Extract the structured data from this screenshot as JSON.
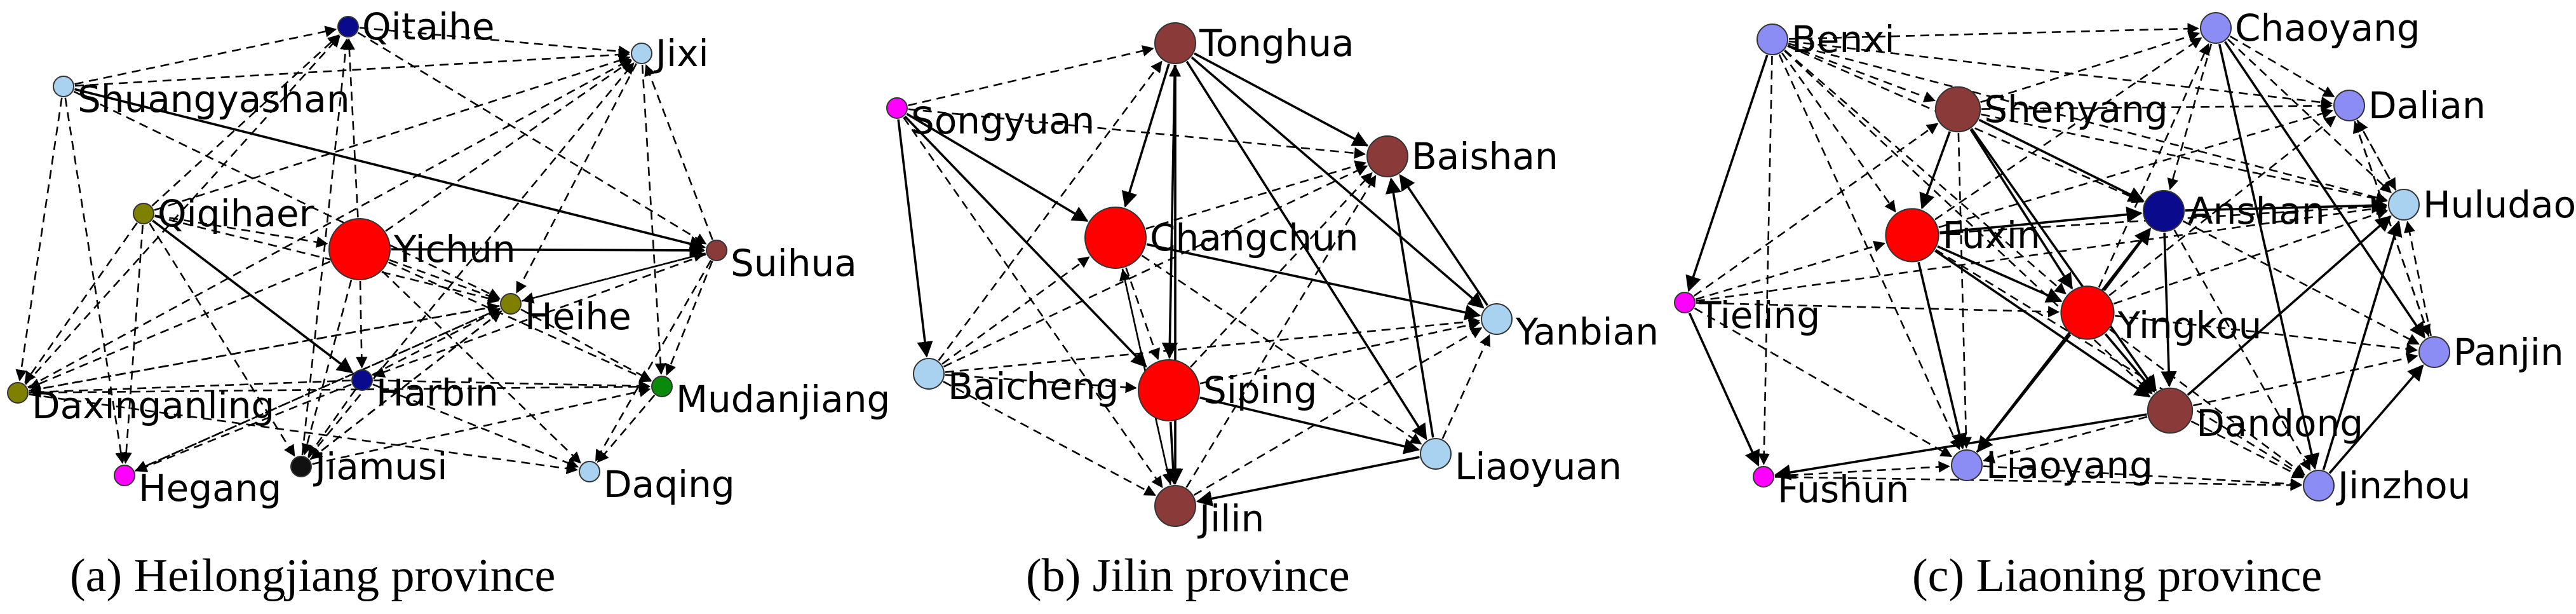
{
  "panels": [
    {
      "id": "heilongjiang",
      "caption": "(a) Heilongjiang province",
      "nodes": [
        {
          "id": "Qitaihe",
          "label": "Qitaihe",
          "color": "#0a0a8c",
          "size": 1,
          "lx": 1,
          "ly": 0
        },
        {
          "id": "Jixi",
          "label": "Jixi",
          "color": "#a8d2f0",
          "size": 1,
          "lx": 1,
          "ly": 0
        },
        {
          "id": "Shuangyashan",
          "label": "Shuangyashan",
          "color": "#a8d2f0",
          "size": 1,
          "lx": 1,
          "ly": 1
        },
        {
          "id": "Qiqihaer",
          "label": "Qiqihaer",
          "color": "#808000",
          "size": 1,
          "lx": 1,
          "ly": 0
        },
        {
          "id": "Yichun",
          "label": "Yichun",
          "color": "#ff0000",
          "size": 3,
          "lx": 1,
          "ly": 0
        },
        {
          "id": "Suihua",
          "label": "Suihua",
          "color": "#8b3a3a",
          "size": 1,
          "lx": 1,
          "ly": 1
        },
        {
          "id": "Heihe",
          "label": "Heihe",
          "color": "#808000",
          "size": 1,
          "lx": 1,
          "ly": 1
        },
        {
          "id": "Daxinganling",
          "label": "Daxinganling",
          "color": "#808000",
          "size": 1,
          "lx": 1,
          "ly": 1
        },
        {
          "id": "Harbin",
          "label": "Harbin",
          "color": "#0a0a8c",
          "size": 1,
          "lx": 1,
          "ly": 1
        },
        {
          "id": "Mudanjiang",
          "label": "Mudanjiang",
          "color": "#0a8a0a",
          "size": 1,
          "lx": 1,
          "ly": 1
        },
        {
          "id": "Hegang",
          "label": "Hegang",
          "color": "#ff00ff",
          "size": 1,
          "lx": 1,
          "ly": 1
        },
        {
          "id": "Jiamusi",
          "label": "Jiamusi",
          "color": "#111111",
          "size": 1,
          "lx": 1,
          "ly": 0
        },
        {
          "id": "Daqing",
          "label": "Daqing",
          "color": "#a8d2f0",
          "size": 1,
          "lx": 1,
          "ly": 1
        }
      ],
      "edges": [
        [
          "Qitaihe",
          "Jixi",
          "d"
        ],
        [
          "Shuangyashan",
          "Qitaihe",
          "d"
        ],
        [
          "Shuangyashan",
          "Jixi",
          "d"
        ],
        [
          "Shuangyashan",
          "Suihua",
          "s"
        ],
        [
          "Shuangyashan",
          "Daxinganling",
          "d"
        ],
        [
          "Shuangyashan",
          "Hegang",
          "d"
        ],
        [
          "Shuangyashan",
          "Heihe",
          "d"
        ],
        [
          "Qiqihaer",
          "Qitaihe",
          "d"
        ],
        [
          "Qiqihaer",
          "Jixi",
          "d"
        ],
        [
          "Qiqihaer",
          "Yichun",
          "d"
        ],
        [
          "Qiqihaer",
          "Daxinganling",
          "d"
        ],
        [
          "Qiqihaer",
          "Hegang",
          "d"
        ],
        [
          "Qiqihaer",
          "Harbin",
          "s"
        ],
        [
          "Qiqihaer",
          "Heihe",
          "d"
        ],
        [
          "Qiqihaer",
          "Jiamusi",
          "d"
        ],
        [
          "Yichun",
          "Qitaihe",
          "d"
        ],
        [
          "Yichun",
          "Jixi",
          "d"
        ],
        [
          "Yichun",
          "Suihua",
          "s"
        ],
        [
          "Yichun",
          "Heihe",
          "d"
        ],
        [
          "Yichun",
          "Mudanjiang",
          "d"
        ],
        [
          "Yichun",
          "Harbin",
          "d"
        ],
        [
          "Yichun",
          "Daxinganling",
          "d"
        ],
        [
          "Yichun",
          "Jiamusi",
          "d"
        ],
        [
          "Yichun",
          "Daqing",
          "d"
        ],
        [
          "Suihua",
          "Jixi",
          "d"
        ],
        [
          "Suihua",
          "Heihe",
          "d"
        ],
        [
          "Suihua",
          "Mudanjiang",
          "d"
        ],
        [
          "Suihua",
          "Daqing",
          "d"
        ],
        [
          "Suihua",
          "Harbin",
          "d"
        ],
        [
          "Heihe",
          "Suihua",
          "d"
        ],
        [
          "Heihe",
          "Mudanjiang",
          "d"
        ],
        [
          "Heihe",
          "Daxinganling",
          "d"
        ],
        [
          "Heihe",
          "Hegang",
          "d"
        ],
        [
          "Heihe",
          "Jiamusi",
          "d"
        ],
        [
          "Harbin",
          "Daxinganling",
          "d"
        ],
        [
          "Harbin",
          "Mudanjiang",
          "d"
        ],
        [
          "Harbin",
          "Heihe",
          "d"
        ],
        [
          "Harbin",
          "Jiamusi",
          "d"
        ],
        [
          "Harbin",
          "Daqing",
          "d"
        ],
        [
          "Harbin",
          "Hegang",
          "d"
        ],
        [
          "Daxinganling",
          "Mudanjiang",
          "d"
        ],
        [
          "Daxinganling",
          "Heihe",
          "d"
        ],
        [
          "Daxinganling",
          "Jixi",
          "d"
        ],
        [
          "Daxinganling",
          "Qitaihe",
          "d"
        ],
        [
          "Jiamusi",
          "Jixi",
          "d"
        ],
        [
          "Jiamusi",
          "Heihe",
          "d"
        ],
        [
          "Jiamusi",
          "Mudanjiang",
          "d"
        ],
        [
          "Jiamusi",
          "Qitaihe",
          "d"
        ],
        [
          "Mudanjiang",
          "Daqing",
          "d"
        ],
        [
          "Jixi",
          "Mudanjiang",
          "d"
        ],
        [
          "Jixi",
          "Heihe",
          "d"
        ],
        [
          "Qitaihe",
          "Suihua",
          "d"
        ],
        [
          "Hegang",
          "Heihe",
          "d"
        ],
        [
          "Daxinganling",
          "Daqing",
          "d"
        ]
      ]
    },
    {
      "id": "jilin",
      "caption": "(b) Jilin province",
      "nodes": [
        {
          "id": "Tonghua",
          "label": "Tonghua",
          "color": "#8b3a3a",
          "size": 2,
          "lx": 1,
          "ly": 0
        },
        {
          "id": "Songyuan",
          "label": "Songyuan",
          "color": "#ff00ff",
          "size": 1,
          "lx": 1,
          "ly": 1
        },
        {
          "id": "Baishan",
          "label": "Baishan",
          "color": "#8b3a3a",
          "size": 2,
          "lx": 1,
          "ly": 0
        },
        {
          "id": "Changchun",
          "label": "Changchun",
          "color": "#ff0000",
          "size": 3,
          "lx": 1,
          "ly": 0
        },
        {
          "id": "Yanbian",
          "label": "Yanbian",
          "color": "#a8d2f0",
          "size": 1.5,
          "lx": 1,
          "ly": 1
        },
        {
          "id": "Baicheng",
          "label": "Baicheng",
          "color": "#a8d2f0",
          "size": 1.5,
          "lx": 1,
          "ly": 1
        },
        {
          "id": "Siping",
          "label": "Siping",
          "color": "#ff0000",
          "size": 3,
          "lx": 1,
          "ly": 0
        },
        {
          "id": "Liaoyuan",
          "label": "Liaoyuan",
          "color": "#a8d2f0",
          "size": 1.5,
          "lx": 1,
          "ly": 1
        },
        {
          "id": "Jilin",
          "label": "Jilin",
          "color": "#8b3a3a",
          "size": 2,
          "lx": 1,
          "ly": 1
        }
      ],
      "edges": [
        [
          "Songyuan",
          "Tonghua",
          "d"
        ],
        [
          "Songyuan",
          "Changchun",
          "s"
        ],
        [
          "Songyuan",
          "Siping",
          "s"
        ],
        [
          "Songyuan",
          "Baicheng",
          "s"
        ],
        [
          "Songyuan",
          "Jilin",
          "d"
        ],
        [
          "Songyuan",
          "Baishan",
          "d"
        ],
        [
          "Tonghua",
          "Changchun",
          "s"
        ],
        [
          "Tonghua",
          "Baishan",
          "s"
        ],
        [
          "Tonghua",
          "Siping",
          "s"
        ],
        [
          "Tonghua",
          "Jilin",
          "s"
        ],
        [
          "Tonghua",
          "Liaoyuan",
          "s"
        ],
        [
          "Tonghua",
          "Yanbian",
          "s"
        ],
        [
          "Changchun",
          "Baishan",
          "d"
        ],
        [
          "Changchun",
          "Siping",
          "d"
        ],
        [
          "Changchun",
          "Jilin",
          "d"
        ],
        [
          "Changchun",
          "Yanbian",
          "s"
        ],
        [
          "Changchun",
          "Liaoyuan",
          "d"
        ],
        [
          "Baicheng",
          "Tonghua",
          "d"
        ],
        [
          "Baicheng",
          "Changchun",
          "d"
        ],
        [
          "Baicheng",
          "Siping",
          "d"
        ],
        [
          "Baicheng",
          "Jilin",
          "d"
        ],
        [
          "Baicheng",
          "Baishan",
          "d"
        ],
        [
          "Baicheng",
          "Yanbian",
          "d"
        ],
        [
          "Siping",
          "Baishan",
          "d"
        ],
        [
          "Siping",
          "Yanbian",
          "d"
        ],
        [
          "Siping",
          "Liaoyuan",
          "s"
        ],
        [
          "Siping",
          "Jilin",
          "s"
        ],
        [
          "Siping",
          "Tonghua",
          "d"
        ],
        [
          "Liaoyuan",
          "Baishan",
          "s"
        ],
        [
          "Liaoyuan",
          "Yanbian",
          "d"
        ],
        [
          "Liaoyuan",
          "Jilin",
          "s"
        ],
        [
          "Jilin",
          "Yanbian",
          "d"
        ],
        [
          "Jilin",
          "Baishan",
          "d"
        ],
        [
          "Jilin",
          "Changchun",
          "d"
        ],
        [
          "Yanbian",
          "Baishan",
          "s"
        ],
        [
          "Jilin",
          "Tonghua",
          "d"
        ]
      ]
    },
    {
      "id": "liaoning",
      "caption": "(c) Liaoning province",
      "nodes": [
        {
          "id": "Benxi",
          "label": "Benxi",
          "color": "#8c8cf5",
          "size": 1.5,
          "lx": 1,
          "ly": 0
        },
        {
          "id": "Chaoyang",
          "label": "Chaoyang",
          "color": "#8c8cf5",
          "size": 1.5,
          "lx": 1,
          "ly": 0
        },
        {
          "id": "Shenyang",
          "label": "Shenyang",
          "color": "#8b3a3a",
          "size": 2.2,
          "lx": 1,
          "ly": 0
        },
        {
          "id": "Dalian",
          "label": "Dalian",
          "color": "#8c8cf5",
          "size": 1.5,
          "lx": 1,
          "ly": 0
        },
        {
          "id": "Anshan",
          "label": "Anshan",
          "color": "#0a0a8c",
          "size": 2,
          "lx": 1,
          "ly": 0
        },
        {
          "id": "Huludao",
          "label": "Huludao",
          "color": "#a8d2f0",
          "size": 1.5,
          "lx": 1,
          "ly": 0
        },
        {
          "id": "Fuxin",
          "label": "Fuxin",
          "color": "#ff0000",
          "size": 2.6,
          "lx": 1,
          "ly": 0
        },
        {
          "id": "Tieling",
          "label": "Tieling",
          "color": "#ff00ff",
          "size": 1,
          "lx": 1,
          "ly": 1
        },
        {
          "id": "Yingkou",
          "label": "Yingkou",
          "color": "#ff0000",
          "size": 2.6,
          "lx": 1,
          "ly": 1
        },
        {
          "id": "Panjin",
          "label": "Panjin",
          "color": "#8c8cf5",
          "size": 1.5,
          "lx": 1,
          "ly": 0
        },
        {
          "id": "Dandong",
          "label": "Dandong",
          "color": "#8b3a3a",
          "size": 2.2,
          "lx": 1,
          "ly": 1
        },
        {
          "id": "Fushun",
          "label": "Fushun",
          "color": "#ff00ff",
          "size": 1,
          "lx": 1,
          "ly": 1
        },
        {
          "id": "Liaoyang",
          "label": "Liaoyang",
          "color": "#8c8cf5",
          "size": 1.5,
          "lx": 1,
          "ly": 0
        },
        {
          "id": "Jinzhou",
          "label": "Jinzhou",
          "color": "#8c8cf5",
          "size": 1.5,
          "lx": 1,
          "ly": 0
        }
      ],
      "edges": [
        [
          "Benxi",
          "Chaoyang",
          "d"
        ],
        [
          "Benxi",
          "Shenyang",
          "d"
        ],
        [
          "Benxi",
          "Dalian",
          "d"
        ],
        [
          "Benxi",
          "Anshan",
          "d"
        ],
        [
          "Benxi",
          "Fuxin",
          "d"
        ],
        [
          "Benxi",
          "Yingkou",
          "d"
        ],
        [
          "Benxi",
          "Dandong",
          "d"
        ],
        [
          "Benxi",
          "Liaoyang",
          "d"
        ],
        [
          "Benxi",
          "Tieling",
          "s"
        ],
        [
          "Benxi",
          "Fushun",
          "d"
        ],
        [
          "Shenyang",
          "Chaoyang",
          "d"
        ],
        [
          "Shenyang",
          "Dalian",
          "d"
        ],
        [
          "Shenyang",
          "Anshan",
          "s"
        ],
        [
          "Shenyang",
          "Fuxin",
          "s"
        ],
        [
          "Shenyang",
          "Yingkou",
          "s"
        ],
        [
          "Shenyang",
          "Huludao",
          "d"
        ],
        [
          "Shenyang",
          "Dandong",
          "s"
        ],
        [
          "Shenyang",
          "Liaoyang",
          "d"
        ],
        [
          "Chaoyang",
          "Dalian",
          "d"
        ],
        [
          "Chaoyang",
          "Huludao",
          "d"
        ],
        [
          "Chaoyang",
          "Panjin",
          "s"
        ],
        [
          "Chaoyang",
          "Jinzhou",
          "s"
        ],
        [
          "Chaoyang",
          "Anshan",
          "d"
        ],
        [
          "Dalian",
          "Huludao",
          "d"
        ],
        [
          "Dalian",
          "Panjin",
          "d"
        ],
        [
          "Anshan",
          "Huludao",
          "s"
        ],
        [
          "Anshan",
          "Panjin",
          "d"
        ],
        [
          "Anshan",
          "Dandong",
          "s"
        ],
        [
          "Anshan",
          "Jinzhou",
          "d"
        ],
        [
          "Fuxin",
          "Anshan",
          "s"
        ],
        [
          "Fuxin",
          "Yingkou",
          "s"
        ],
        [
          "Fuxin",
          "Dandong",
          "s"
        ],
        [
          "Fuxin",
          "Liaoyang",
          "s"
        ],
        [
          "Fuxin",
          "Chaoyang",
          "d"
        ],
        [
          "Fuxin",
          "Dalian",
          "d"
        ],
        [
          "Fuxin",
          "Huludao",
          "d"
        ],
        [
          "Fuxin",
          "Jinzhou",
          "d"
        ],
        [
          "Tieling",
          "Fuxin",
          "d"
        ],
        [
          "Tieling",
          "Yingkou",
          "d"
        ],
        [
          "Tieling",
          "Huludao",
          "d"
        ],
        [
          "Tieling",
          "Shenyang",
          "d"
        ],
        [
          "Tieling",
          "Liaoyang",
          "d"
        ],
        [
          "Tieling",
          "Fushun",
          "s"
        ],
        [
          "Yingkou",
          "Anshan",
          "s"
        ],
        [
          "Yingkou",
          "Dandong",
          "s"
        ],
        [
          "Yingkou",
          "Panjin",
          "d"
        ],
        [
          "Yingkou",
          "Jinzhou",
          "d"
        ],
        [
          "Yingkou",
          "Huludao",
          "d"
        ],
        [
          "Yingkou",
          "Liaoyang",
          "s"
        ],
        [
          "Yingkou",
          "Dalian",
          "d"
        ],
        [
          "Yingkou",
          "Chaoyang",
          "d"
        ],
        [
          "Dandong",
          "Panjin",
          "d"
        ],
        [
          "Dandong",
          "Jinzhou",
          "d"
        ],
        [
          "Dandong",
          "Huludao",
          "s"
        ],
        [
          "Dandong",
          "Liaoyang",
          "d"
        ],
        [
          "Dandong",
          "Fushun",
          "s"
        ],
        [
          "Fushun",
          "Liaoyang",
          "d"
        ],
        [
          "Fushun",
          "Jinzhou",
          "d"
        ],
        [
          "Liaoyang",
          "Jinzhou",
          "d"
        ],
        [
          "Liaoyang",
          "Anshan",
          "s"
        ],
        [
          "Jinzhou",
          "Panjin",
          "s"
        ],
        [
          "Jinzhou",
          "Huludao",
          "s"
        ],
        [
          "Panjin",
          "Huludao",
          "d"
        ],
        [
          "Panjin",
          "Dalian",
          "d"
        ],
        [
          "Huludao",
          "Dalian",
          "d"
        ],
        [
          "Benxi",
          "Huludao",
          "d"
        ]
      ]
    }
  ]
}
